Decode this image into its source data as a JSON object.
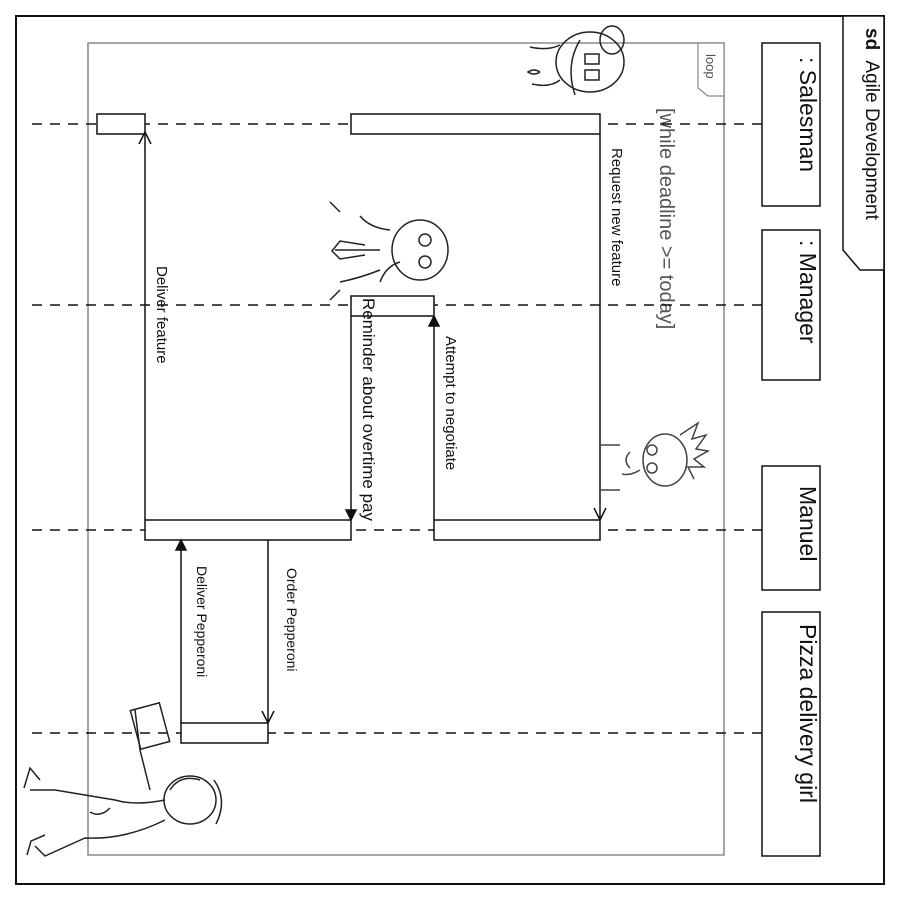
{
  "frame": {
    "keyword": "sd",
    "name": "Agile Development"
  },
  "loop": {
    "operator": "loop",
    "guard": "[while deadline >= today]"
  },
  "lifelines": {
    "salesman": ": Salesman",
    "manager": ": Manager",
    "manuel": "Manuel",
    "pizza_girl": "Pizza delivery girl"
  },
  "messages": {
    "request_new_feature": "Request new feature",
    "attempt_to_negotiate": "Attempt to negotiate",
    "reminder_overtime": "Reminder about overtime pay",
    "deliver_feature": "Deliver feature",
    "order_pepperoni": "Order Pepperoni",
    "deliver_pepperoni": "Deliver Pepperoni"
  },
  "icons": [
    "salesman-figure-icon",
    "manager-figure-icon",
    "developer-figure-icon",
    "pizza-girl-figure-icon"
  ]
}
